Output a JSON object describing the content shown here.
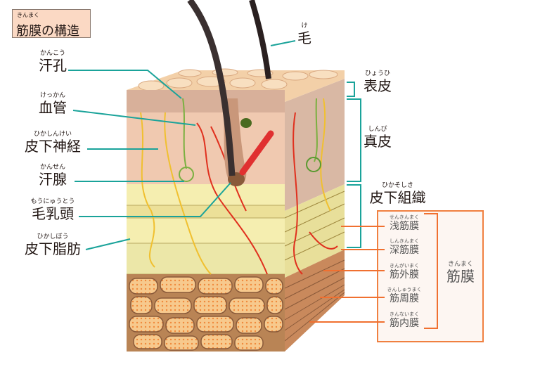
{
  "title": {
    "ruby": "きんまく",
    "text": "筋膜の構造"
  },
  "left_labels": [
    {
      "ruby": "かんこう",
      "text": "汗孔"
    },
    {
      "ruby": "けっかん",
      "text": "血管"
    },
    {
      "ruby": "ひかしんけい",
      "text": "皮下神経"
    },
    {
      "ruby": "かんせん",
      "text": "汗腺"
    },
    {
      "ruby": "もうにゅうとう",
      "text": "毛乳頭"
    },
    {
      "ruby": "ひかしぼう",
      "text": "皮下脂肪"
    }
  ],
  "hair_label": {
    "ruby": "け",
    "text": "毛"
  },
  "layer_labels": [
    {
      "ruby": "ひょうひ",
      "text": "表皮"
    },
    {
      "ruby": "しんぴ",
      "text": "真皮"
    },
    {
      "ruby": "ひかそしき",
      "text": "皮下組織"
    }
  ],
  "fascia": {
    "group": {
      "ruby": "きんまく",
      "text": "筋膜"
    },
    "items": [
      {
        "ruby": "せんきんまく",
        "text": "浅筋膜"
      },
      {
        "ruby": "しんきんまく",
        "text": "深筋膜"
      },
      {
        "ruby": "きんがいまく",
        "text": "筋外膜"
      },
      {
        "ruby": "きんしゅうまく",
        "text": "筋周膜"
      },
      {
        "ruby": "きんないまく",
        "text": "筋内膜"
      }
    ]
  },
  "colors": {
    "teal": "#1aa39a",
    "orange": "#f07030",
    "epidermis": "#f3cfa9",
    "dermis": "#f0c9b0",
    "fat": "#f5eeb0",
    "muscle": "#d9a173"
  }
}
